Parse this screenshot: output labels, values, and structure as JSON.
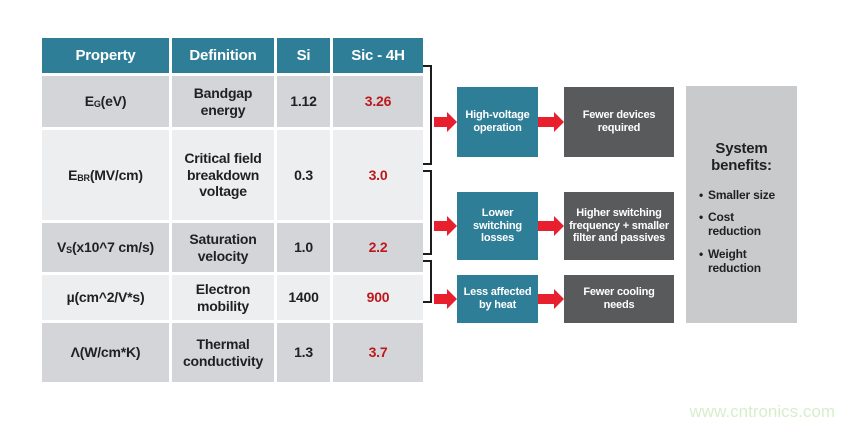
{
  "table": {
    "headers": [
      "Property",
      "Definition",
      "Si",
      "Sic - 4H"
    ],
    "rows": [
      {
        "symbol": "E",
        "sub": "G",
        "unit": " (eV)",
        "definition": "Bandgap energy",
        "si": "1.12",
        "sic4h": "3.26"
      },
      {
        "symbol": "E",
        "sub": "BR",
        "unit": " (MV/cm)",
        "definition": "Critical field breakdown voltage",
        "si": "0.3",
        "sic4h": "3.0"
      },
      {
        "symbol": "V",
        "sub": "S",
        "unit": " (x10^7 cm/s)",
        "definition": "Saturation velocity",
        "si": "1.0",
        "sic4h": "2.2"
      },
      {
        "symbol": "µ",
        "sub": "",
        "unit": " (cm^2/V*s)",
        "definition": "Electron mobility",
        "si": "1400",
        "sic4h": "900"
      },
      {
        "symbol": "Λ",
        "sub": "",
        "unit": " (W/cm*K)",
        "definition": "Thermal conductivity",
        "si": "1.3",
        "sic4h": "3.7"
      }
    ]
  },
  "flows": [
    {
      "cause": "High-voltage operation",
      "effect": "Fewer devices required"
    },
    {
      "cause": "Lower switching losses",
      "effect": "Higher switching frequency + smaller filter and passives"
    },
    {
      "cause": "Less affected by heat",
      "effect": "Fewer cooling needs"
    }
  ],
  "system_benefits": {
    "title": "System benefits:",
    "bullet": "•",
    "items": [
      "Smaller size",
      "Cost reduction",
      "Weight reduction"
    ]
  },
  "watermark": "www.cntronics.com",
  "colors": {
    "teal": "#2e7e97",
    "box_dark_gray": "#595a5c",
    "panel_gray": "#c9cacc",
    "row_gray": "#d3d5d8",
    "row_light": "#eceeef",
    "arrow_red": "#e8202e",
    "value_red": "#bc181d",
    "watermark_green": "#d6eecb"
  }
}
